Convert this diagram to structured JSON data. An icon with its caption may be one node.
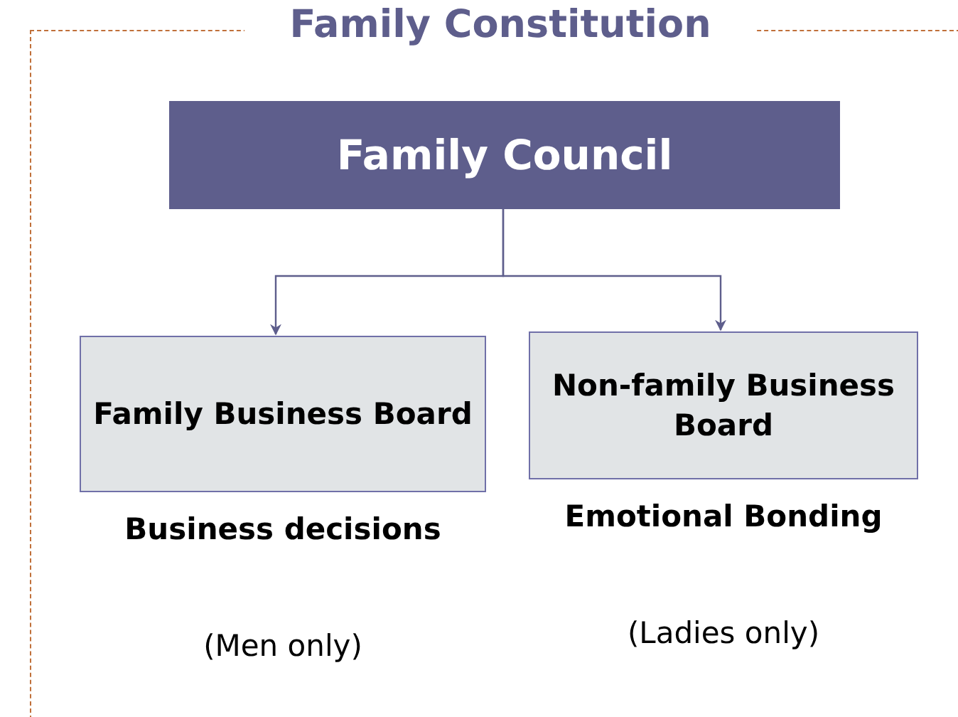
{
  "diagram": {
    "nodes": [
      {
        "text": [
          "Family Constitution"
        ]
      },
      {
        "text": [
          "Family Council"
        ],
        "in": 0
      },
      {
        "text": [
          "Family Business Board"
        ],
        "in": 0,
        "beside": [
          "Business decisions",
          "(Men only)"
        ]
      },
      {
        "text": [
          "Non-family Business Board"
        ],
        "in": 0,
        "beside": [
          "Emotional Bonding",
          "(Ladies only)"
        ]
      }
    ],
    "edges": [
      {
        "from": 1,
        "to": 2,
        "arrow": "to"
      },
      {
        "from": 1,
        "to": 3,
        "arrow": "to"
      }
    ]
  }
}
